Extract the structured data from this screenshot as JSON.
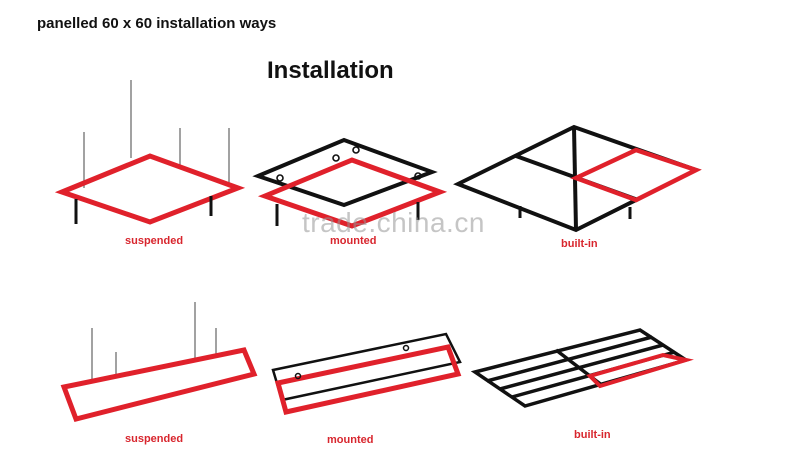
{
  "header": {
    "text": "panelled 60 x 60 installation ways",
    "title": "Installation"
  },
  "captions": {
    "suspended_square": "suspended",
    "mounted_square": "mounted",
    "builtin_square": "built-in",
    "suspended_rect": "suspended",
    "mounted_rect": "mounted",
    "builtin_rect": "built-in"
  },
  "watermark": {
    "text": "trade.china.cn"
  },
  "colors": {
    "panel_red": "#e0212b",
    "frame_black": "#111111",
    "wire_gray": "#7a7a7a",
    "caption_red": "#d8262e"
  }
}
